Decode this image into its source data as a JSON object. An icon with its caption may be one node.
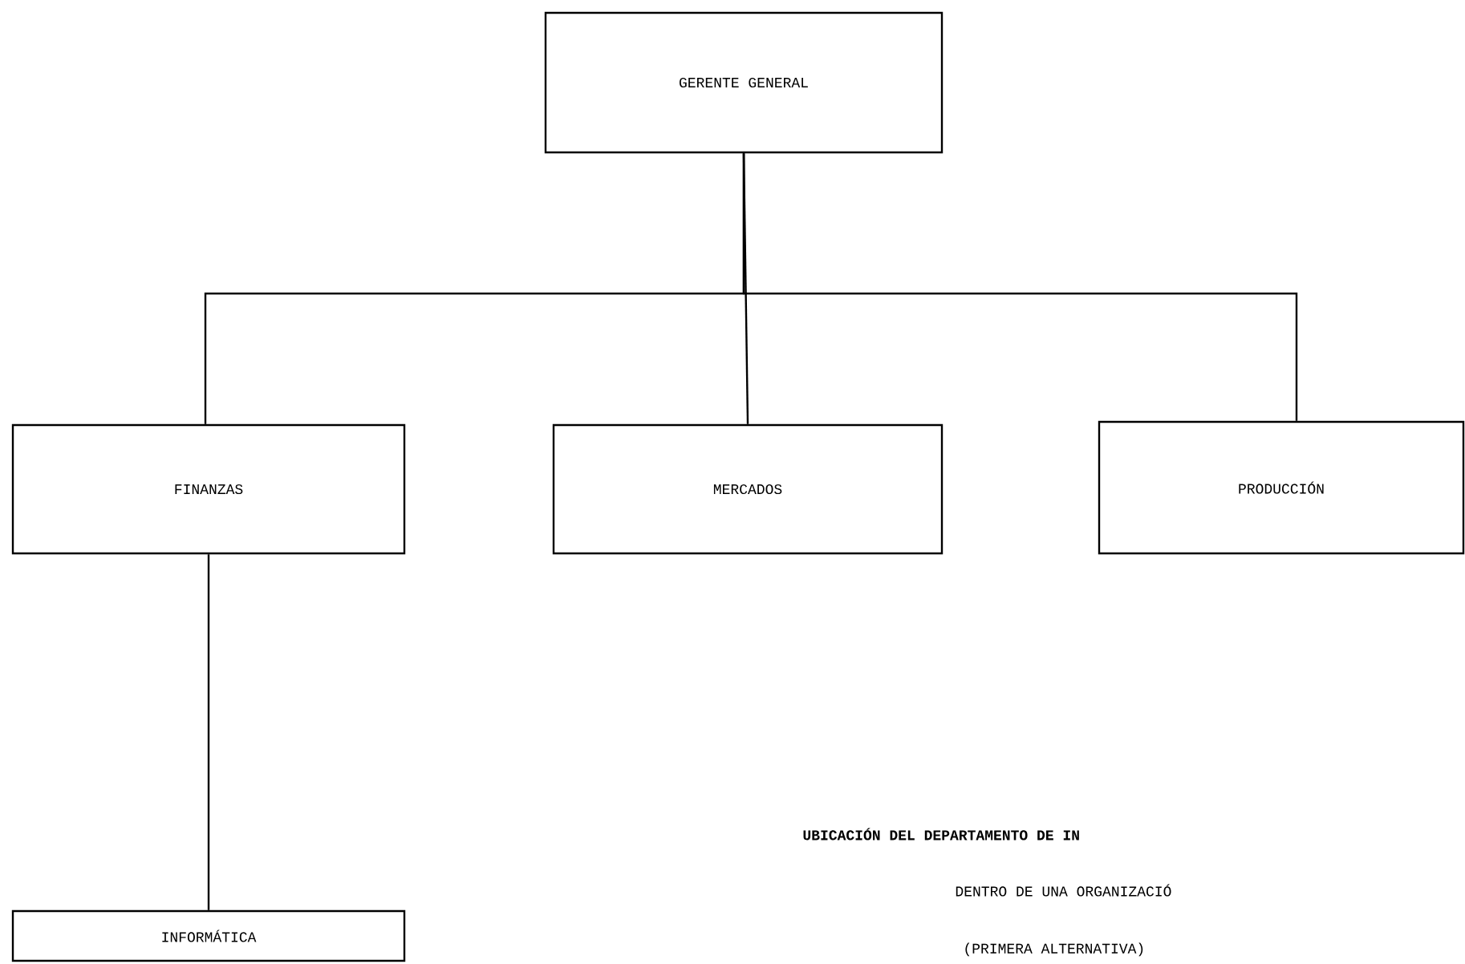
{
  "diagram": {
    "nodes": [
      {
        "text": [
          "GERENTE GENERAL"
        ]
      },
      {
        "text": [
          "FINANZAS"
        ]
      },
      {
        "text": [
          "MERCADOS"
        ]
      },
      {
        "text": [
          "PRODUCCIÓN"
        ]
      },
      {
        "text": [
          "INFORMÁTICA"
        ]
      }
    ],
    "edges": [
      {
        "from": 0,
        "to": 1,
        "arrow": "none"
      },
      {
        "from": 0,
        "to": 2,
        "arrow": "none"
      },
      {
        "from": 0,
        "to": 3,
        "arrow": "none"
      },
      {
        "from": 1,
        "to": 4,
        "arrow": "none"
      }
    ],
    "labels": [
      "UBICACIÓN DEL DEPARTAMENTO DE IN",
      "DENTRO DE UNA ORGANIZACIÓ",
      "(PRIMERA ALTERNATIVA)"
    ]
  }
}
